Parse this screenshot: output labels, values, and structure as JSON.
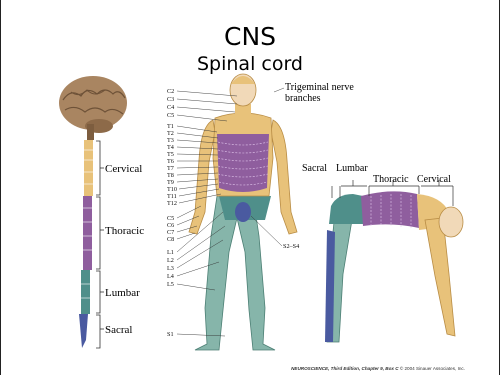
{
  "slide": {
    "title": "CNS",
    "subtitle": "Spinal cord"
  },
  "cord_regions": [
    "Cervical",
    "Thoracic",
    "Lumbar",
    "Sacral"
  ],
  "front_figure": {
    "trigeminal_label_line1": "Trigeminal nerve",
    "trigeminal_label_line2": "branches",
    "cervical_labels": [
      "C2",
      "C3",
      "C4",
      "C5"
    ],
    "thoracic_labels": [
      "T1",
      "T2",
      "T3",
      "T4",
      "T5",
      "T6",
      "T7",
      "T8",
      "T9",
      "T10",
      "T11",
      "T12"
    ],
    "arm_labels": [
      "C5",
      "C6",
      "C7",
      "C8"
    ],
    "lumbar_labels": [
      "L1",
      "L2",
      "L3",
      "L4",
      "L5"
    ],
    "sacral_region_label": "S2–S4",
    "sacral_label": "S1"
  },
  "side_figure": {
    "labels": [
      "Sacral",
      "Lumbar",
      "Thoracic",
      "Cervical"
    ]
  },
  "credit": {
    "book": "NEUROSCIENCE, Third Edition, Chapter 9, Box C",
    "rights": "© 2004 Sinauer Associates, Inc."
  },
  "colors": {
    "cervical": "#e8c27a",
    "thoracic": "#8f5e9e",
    "lumbar": "#4f8f8a",
    "sacral": "#4a5aa0",
    "leg": "#86b5aa",
    "brain": "#a98561"
  }
}
